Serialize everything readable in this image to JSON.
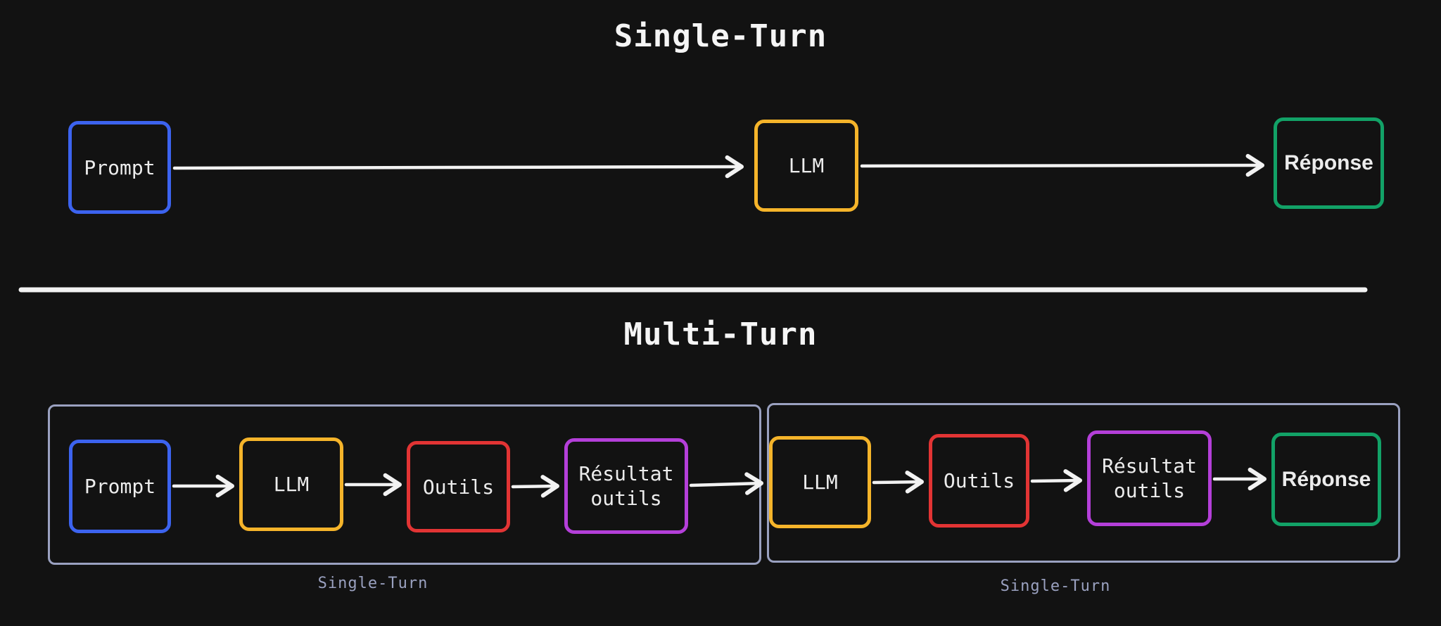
{
  "palette": {
    "background": "#121212",
    "box_text": "#ececec",
    "arrow": "#f2f2f2",
    "divider": "#f2f2f2",
    "container_border": "#9aa1c0",
    "caption": "#9aa1c0",
    "blue": "#3c63ef",
    "yellow": "#f5b42a",
    "red": "#e23434",
    "purple": "#b43fd9",
    "green": "#12a267"
  },
  "single_turn": {
    "title": "Single-Turn",
    "nodes": {
      "prompt": "Prompt",
      "llm": "LLM",
      "reponse": "Réponse"
    }
  },
  "multi_turn": {
    "title": "Multi-Turn",
    "group1": {
      "caption": "Single-Turn",
      "nodes": {
        "prompt": "Prompt",
        "llm": "LLM",
        "outils": "Outils",
        "resultat": "Résultat outils"
      }
    },
    "group2": {
      "caption": "Single-Turn",
      "nodes": {
        "llm": "LLM",
        "outils": "Outils",
        "resultat": "Résultat outils",
        "reponse": "Réponse"
      }
    }
  }
}
